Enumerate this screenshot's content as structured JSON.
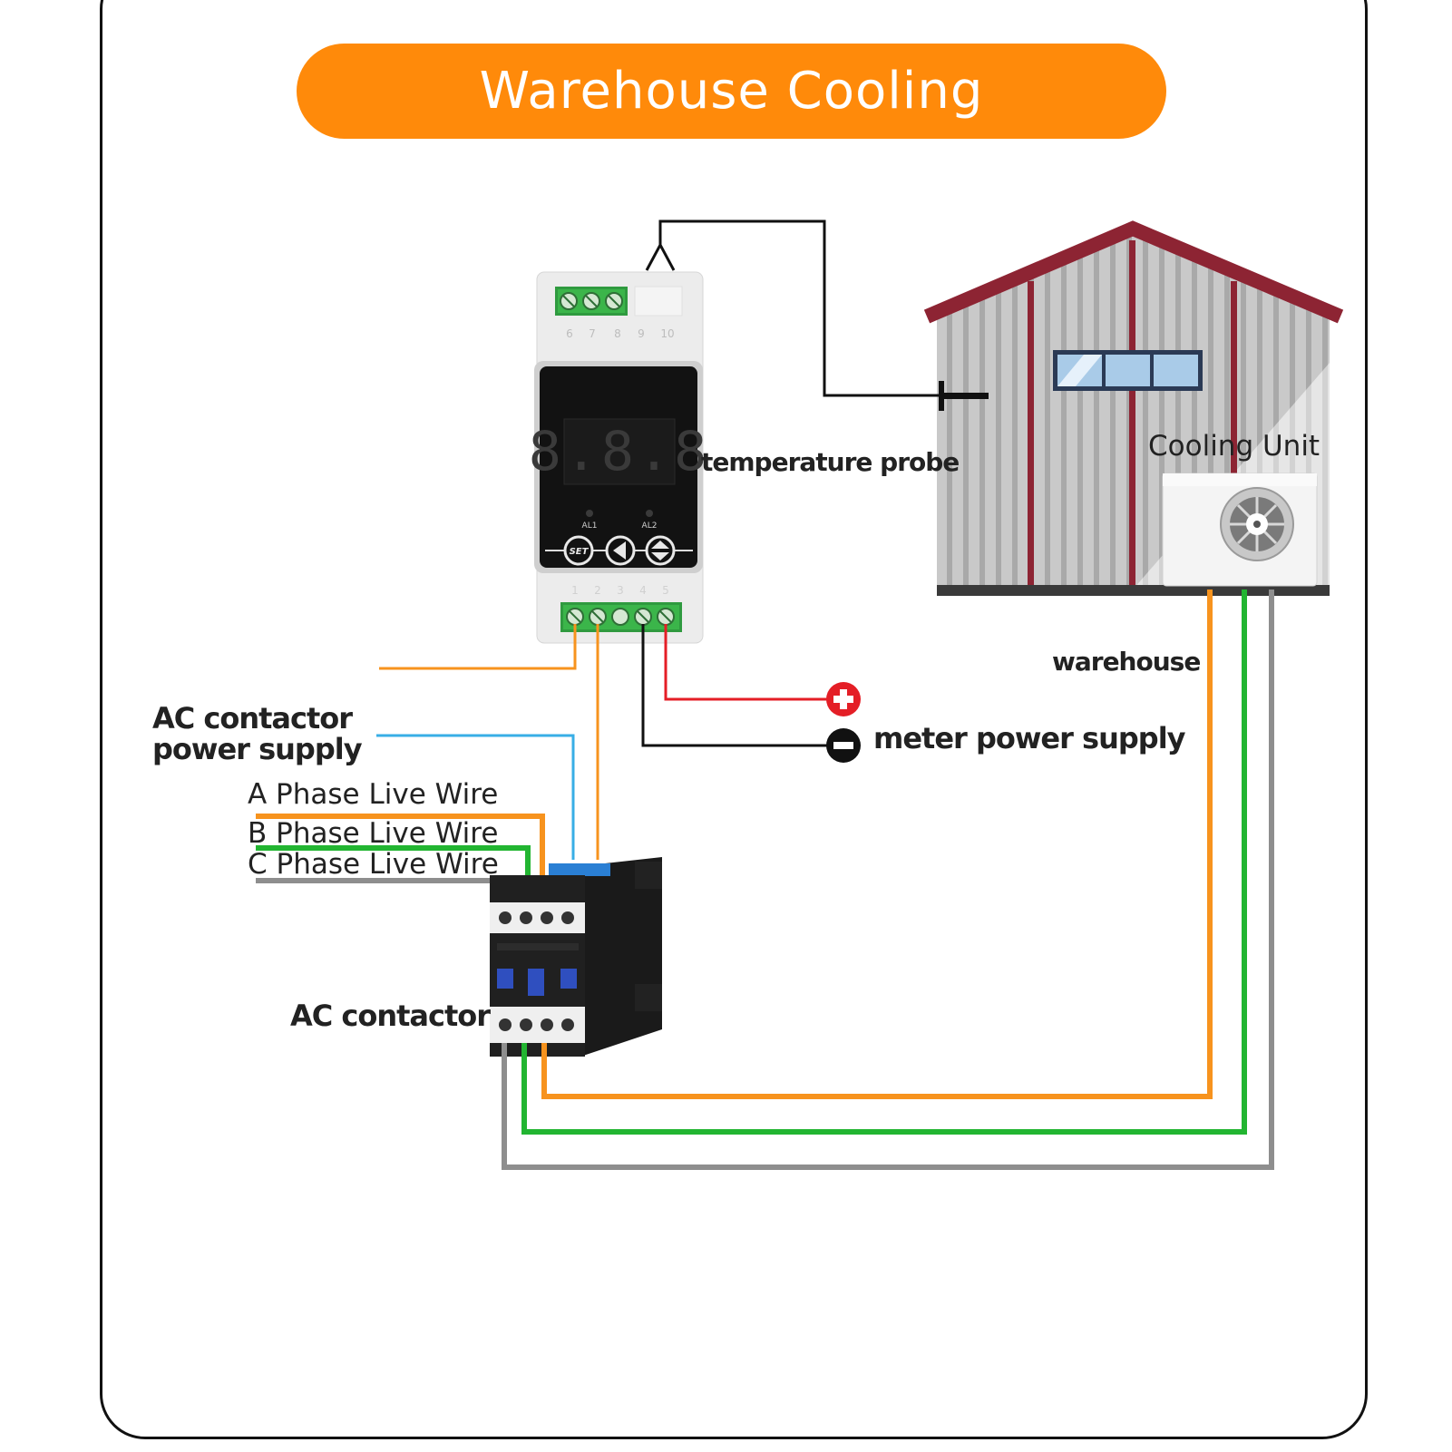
{
  "title": "Warehouse Cooling",
  "controller": {
    "top_terminals": [
      "6",
      "7",
      "8",
      "9",
      "10"
    ],
    "bottom_terminals": [
      "1",
      "2",
      "3",
      "4",
      "5"
    ],
    "display": "8.8.8",
    "alarm1": "AL1",
    "alarm2": "AL2",
    "set_button": "SET"
  },
  "labels": {
    "temperature_probe": "temperature probe",
    "cooling_unit": "Cooling Unit",
    "warehouse": "warehouse",
    "meter_power_supply": "meter power supply",
    "ac_contactor_power_line1": "AC contactor",
    "ac_contactor_power_line2": "power supply",
    "a_phase": "A Phase Live Wire",
    "b_phase": "B Phase Live Wire",
    "c_phase": "C Phase Live Wire",
    "ac_contactor": "AC contactor"
  },
  "colors": {
    "title_bg": "#ff8a0a",
    "wire_orange": "#f7931e",
    "wire_green": "#22b531",
    "wire_gray": "#8e8e8e",
    "wire_blue": "#38aee6",
    "wire_red": "#e41e26",
    "wire_black": "#111111",
    "roof": "#8d2433",
    "terminal_green": "#3bb54a",
    "contactor_blue": "#2f4fbf"
  }
}
